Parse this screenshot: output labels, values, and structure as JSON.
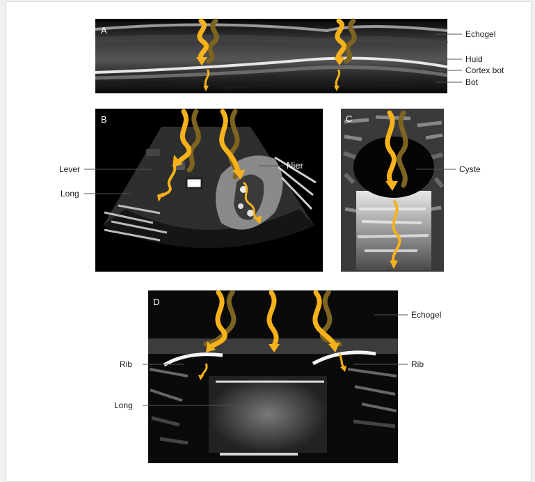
{
  "panels": {
    "A": {
      "letter": "A",
      "labels": {
        "echogel": "Echogel",
        "huid": "Huid",
        "cortex": "Cortex bot",
        "bot": "Bot"
      }
    },
    "B": {
      "letter": "B",
      "labels": {
        "lever": "Lever",
        "long": "Long",
        "nier": "Nier"
      }
    },
    "C": {
      "letter": "C",
      "labels": {
        "cyste": "Cyste"
      }
    },
    "D": {
      "letter": "D",
      "labels": {
        "echogel": "Echogel",
        "rib_left": "Rib",
        "rib_right": "Rib",
        "long": "Long"
      }
    }
  },
  "colors": {
    "incident_arrow": "#f7b21b",
    "reflected_arrow": "#7d6420",
    "label_line": "#555555"
  }
}
